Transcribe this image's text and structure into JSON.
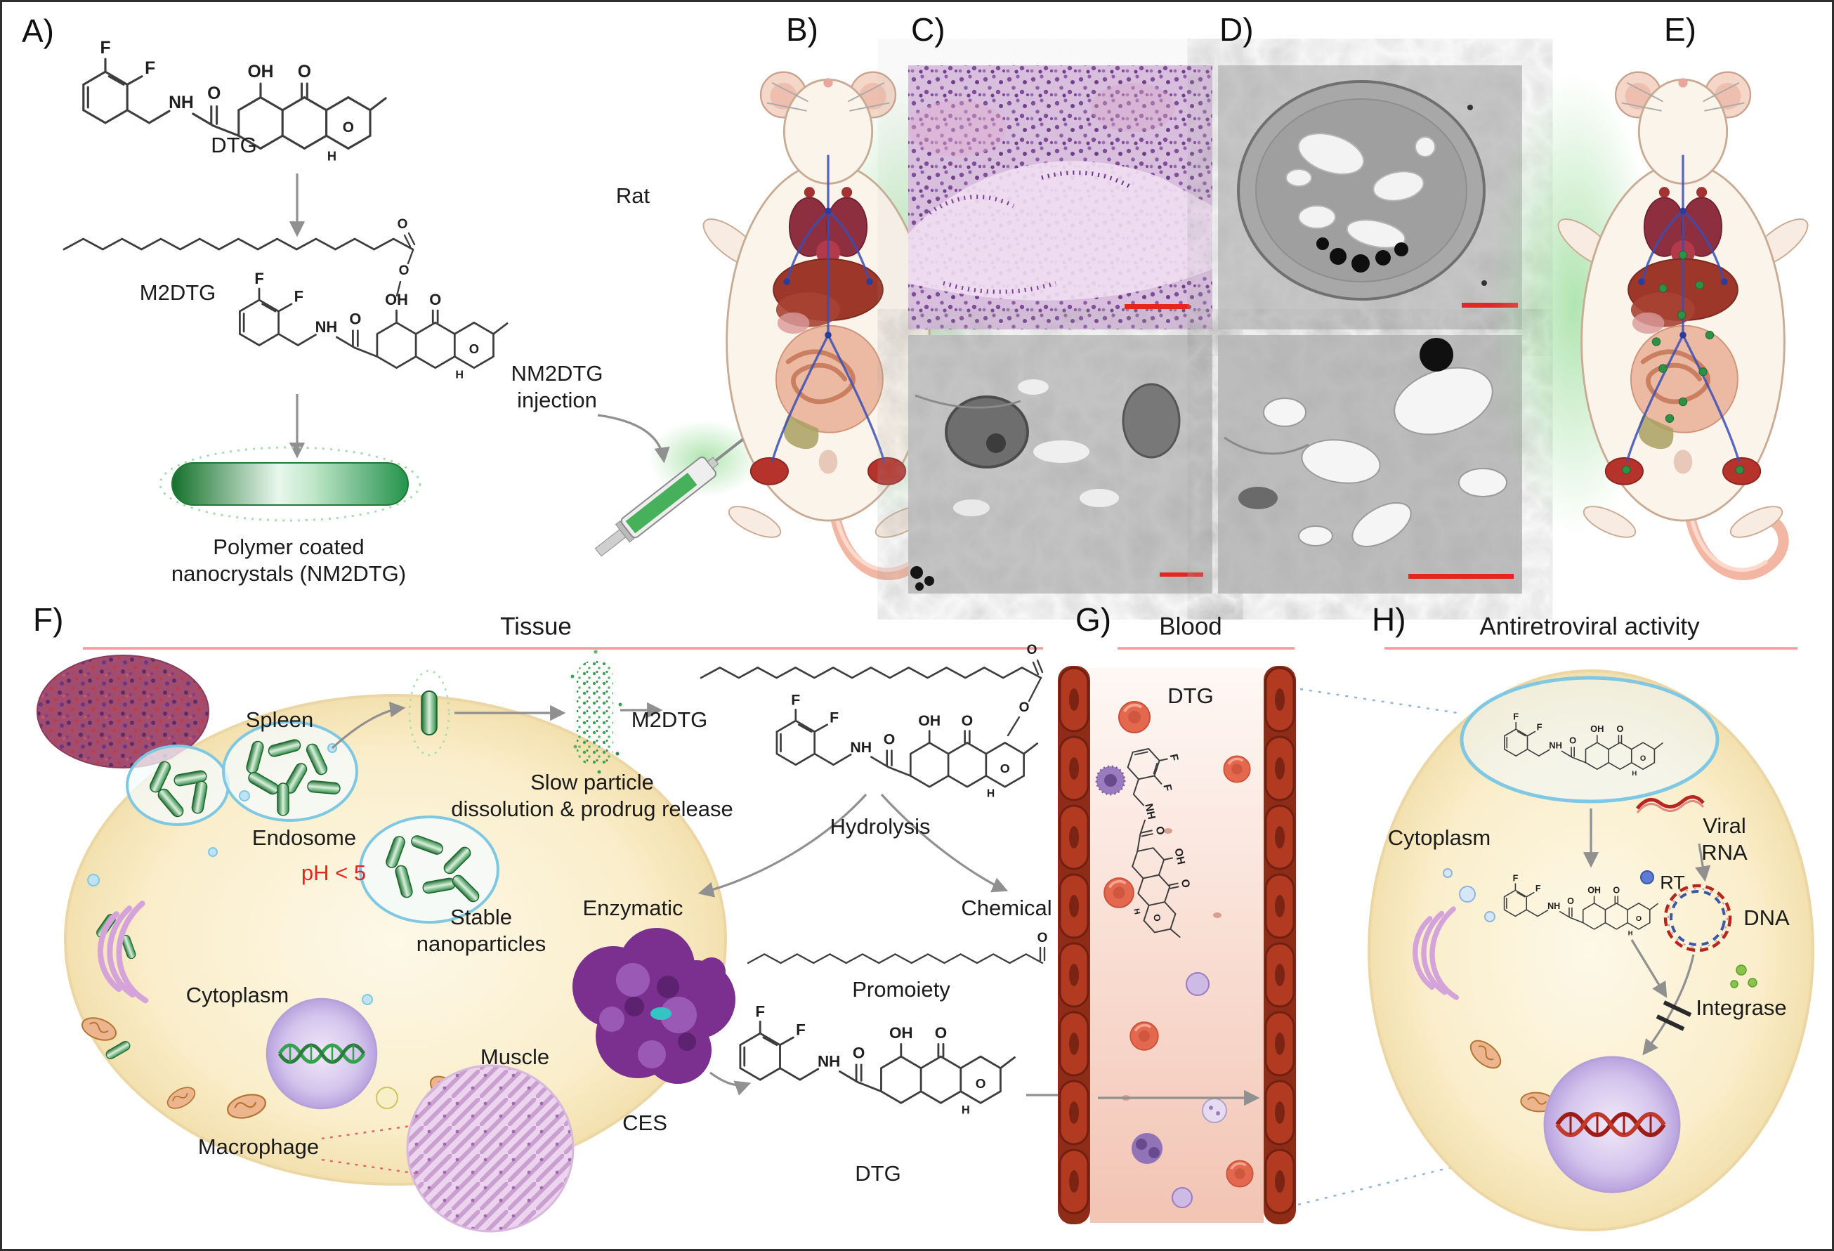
{
  "figure": {
    "panel_letters": {
      "a": "A)",
      "b": "B)",
      "c": "C)",
      "d": "D)",
      "e": "E)",
      "f": "F)",
      "g": "G)",
      "h": "H)"
    },
    "panel_a": {
      "dtg_label": "DTG",
      "m2dtg_label": "M2DTG",
      "caption": "Polymer coated\nnanocrystals (NM2DTG)"
    },
    "panel_b": {
      "animal_label": "Rat",
      "injection_label": "NM2DTG\ninjection"
    },
    "panel_f": {
      "title": "Tissue",
      "spleen": "Spleen",
      "endosome": "Endosome",
      "ph": "pH < 5",
      "stable": "Stable\nnanoparticles",
      "cytoplasm": "Cytoplasm",
      "macrophage": "Macrophage",
      "muscle": "Muscle",
      "dissolution": "Slow particle\ndissolution & prodrug release",
      "m2dtg_label": "M2DTG",
      "hydrolysis": "Hydrolysis",
      "enzymatic": "Enzymatic",
      "chemical": "Chemical",
      "ces": "CES",
      "promoiety": "Promoiety",
      "dtg_label": "DTG"
    },
    "panel_g": {
      "title": "Blood",
      "dtg_label": "DTG"
    },
    "panel_h": {
      "title": "Antiretroviral activity",
      "cytoplasm": "Cytoplasm",
      "viral_rna": "Viral\nRNA",
      "rt": "RT",
      "dna": "DNA",
      "integrase": "Integrase"
    },
    "atoms": {
      "f": "F",
      "o": "O",
      "oh": "OH",
      "nh": "NH",
      "h": "H"
    },
    "colors": {
      "nanoparticle_green": "#2e8b45",
      "ph_red": "#e3261f",
      "section_line": "#f29b9b",
      "vessel_wall": "#b23a21",
      "enzyme_purple": "#7b2f8f",
      "endosome_blue": "#7ec8e3",
      "cell_cream": "#faeecb"
    }
  }
}
